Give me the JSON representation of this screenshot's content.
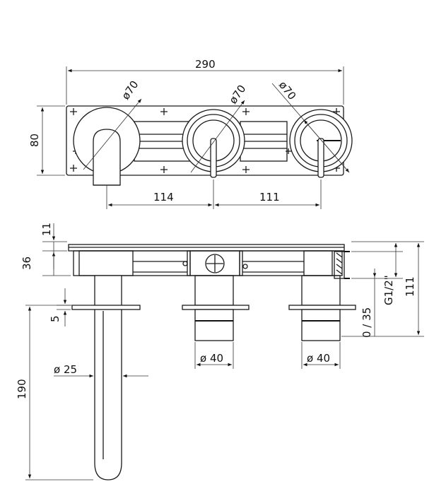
{
  "dimensions": {
    "overall_width": "290",
    "plate_height": "80",
    "dia_spout_plate": "ø70",
    "dia_center_plate": "ø70",
    "dia_right_plate": "ø70",
    "spacing_left": "114",
    "spacing_right": "111",
    "box_top": "11",
    "box_depth": "36",
    "rosette_thickness": "5",
    "spout_length": "190",
    "spout_dia": "ø 25",
    "handle_dia_center": "ø 40",
    "handle_dia_right": "ø 40",
    "thread": "G1/2\"",
    "adjust_range": "0 / 35",
    "total_depth": "111"
  },
  "colors": {
    "line": "#1a1a1a",
    "background": "#ffffff"
  }
}
